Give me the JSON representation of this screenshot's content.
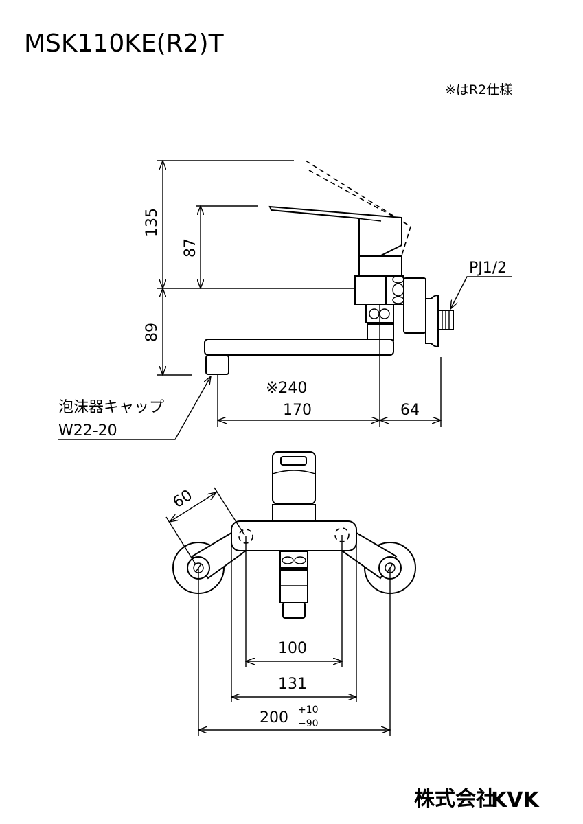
{
  "title": "MSK110KE(R2)T",
  "note": "※はR2仕様",
  "side_view": {
    "dim_135": "135",
    "dim_87": "87",
    "dim_89": "89",
    "dim_240": "※240",
    "dim_170": "170",
    "dim_64": "64",
    "thread_label": "PJ1/2",
    "aerator_label": "泡沫器キャップ",
    "aerator_size": "W22-20"
  },
  "top_view": {
    "dim_60": "60",
    "dim_100": "100",
    "dim_131": "131",
    "dim_200": "200",
    "tol_plus": "+10",
    "tol_minus": "−90"
  },
  "logo": {
    "company": "株式会社",
    "brand": "KVK"
  }
}
